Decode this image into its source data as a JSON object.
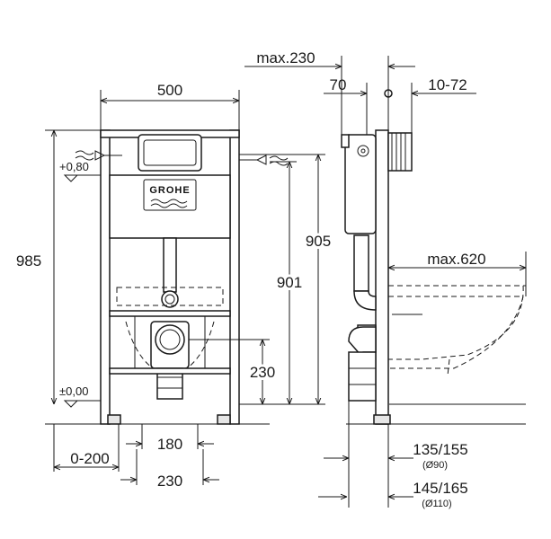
{
  "brand": {
    "logo_text": "GROHE",
    "accent_color": "#1a1a1a",
    "background_color": "#ffffff"
  },
  "front_view": {
    "width_label": "500",
    "height_label": "985",
    "water_level_label": "+0,80",
    "floor_level_label": "±0,00",
    "offset_label": "0-200",
    "pipe_spacing_label": "180",
    "foot_spacing_label": "230"
  },
  "side_view": {
    "max_depth_label": "max.230",
    "frame_depth_label": "70",
    "wall_gap_label": "10-72",
    "inlet_height_label": "905",
    "flush_height_label": "901",
    "drain_height_label": "230",
    "pan_projection_label": "max.620",
    "drain_90_label": "135/155",
    "drain_90_diameter": "(Ø90)",
    "drain_110_label": "145/165",
    "drain_110_diameter": "(Ø110)"
  }
}
